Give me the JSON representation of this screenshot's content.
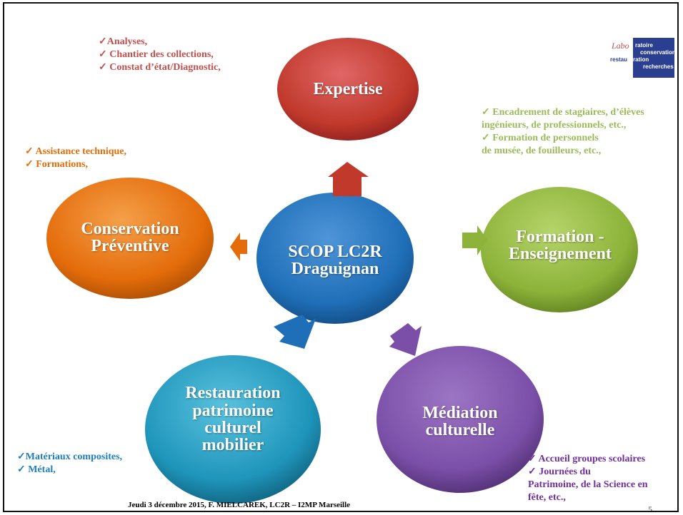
{
  "center": {
    "line1": "SCOP  LC2R",
    "line2": "Draguignan"
  },
  "nodes": {
    "expertise": {
      "label": "Expertise"
    },
    "conservation": {
      "line1": "Conservation",
      "line2": "Préventive"
    },
    "formation": {
      "line1": "Formation -",
      "line2": "Enseignement"
    },
    "restauration": {
      "line1": "Restauration",
      "line2": "patrimoine",
      "line3": "culturel",
      "line4": "mobilier"
    },
    "mediation": {
      "line1": "Médiation",
      "line2": "culturelle"
    }
  },
  "bullets": {
    "expertise": [
      "✓Analyses,",
      "✓ Chantier des collections,",
      "✓ Constat d’état/Diagnostic,"
    ],
    "conservation": [
      "✓  Assistance technique,",
      "✓  Formations,"
    ],
    "formation": [
      "✓ Encadrement de stagiaires, d’élèves",
      "ingénieurs, de professionnels, etc.,",
      "✓ Formation de personnels",
      "de musée, de fouilleurs, etc.,"
    ],
    "restauration": [
      "✓Matériaux composites,",
      "✓ Métal,"
    ],
    "mediation": [
      "✓ Accueil groupes scolaires",
      "✓ Journées du",
      "Patrimoine, de la Science en",
      "fête, etc.,"
    ]
  },
  "logo": {
    "part1": "Labo",
    "w1": "ratoire",
    "w2": "conservation",
    "w3": "restau",
    "w4": "ration",
    "w5": "recherches"
  },
  "footer": "Jeudi 3 décembre 2015, F. MIELCAREK, LC2R – I2MP  Marseille",
  "page_number": "5",
  "colors": {
    "expertise": "#c0504d",
    "conservation": "#e46c0a",
    "formation": "#9bbb59",
    "center": "#1f6fb8",
    "restauration": "#2aa3c6",
    "mediation": "#7b4fa8"
  }
}
